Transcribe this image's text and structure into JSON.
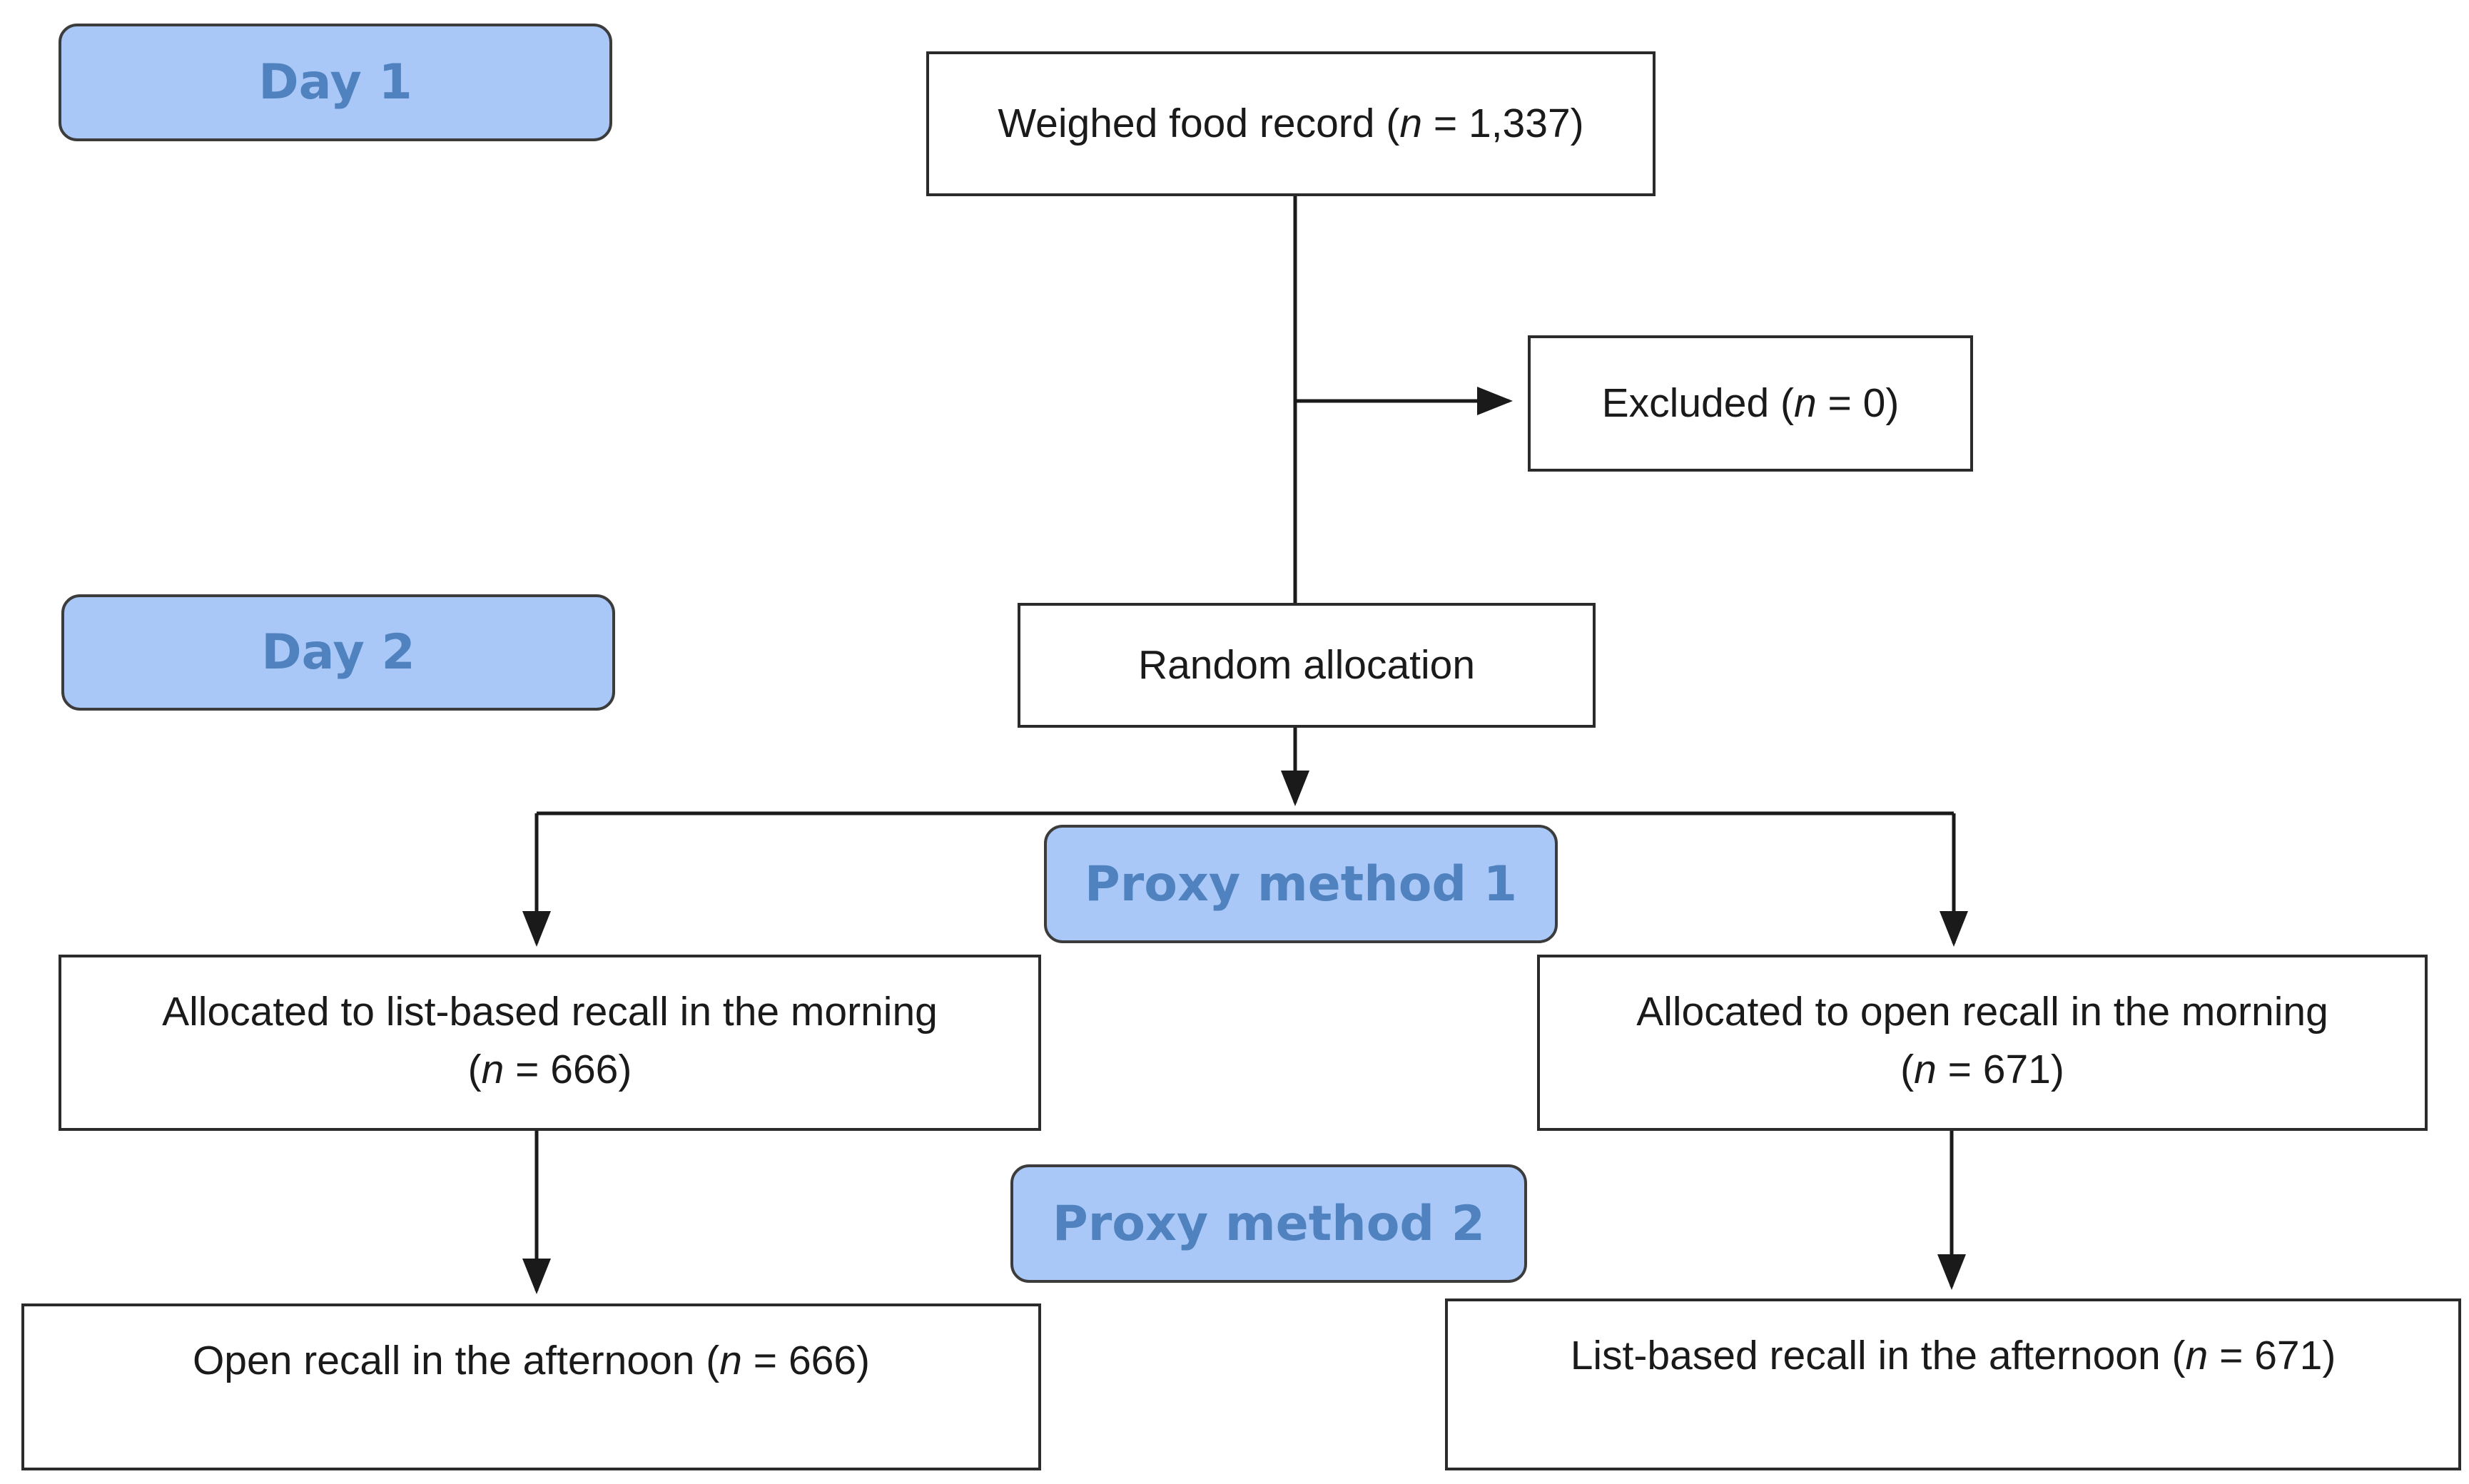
{
  "phases": {
    "day1": "Day 1",
    "day2": "Day 2",
    "proxy1": "Proxy method 1",
    "proxy2": "Proxy method 2"
  },
  "nodes": {
    "weighed": {
      "label": "Weighed food record",
      "n": "1,337"
    },
    "excluded": {
      "label": "Excluded",
      "n": "0"
    },
    "random": {
      "label": "Random allocation"
    },
    "list_morning": {
      "label": "Allocated to list-based recall in the morning",
      "n": "666"
    },
    "open_morning": {
      "label": "Allocated to open recall in the morning",
      "n": "671"
    },
    "open_afternoon": {
      "label": "Open recall in the afternoon",
      "n": "666"
    },
    "list_afternoon": {
      "label": "List-based recall in the afternoon",
      "n": "671"
    }
  },
  "colors": {
    "phase_fill": "#a9c8f7",
    "phase_text": "#4f82bf",
    "box_border": "#2b2b2b",
    "line": "#1a1a1a"
  }
}
